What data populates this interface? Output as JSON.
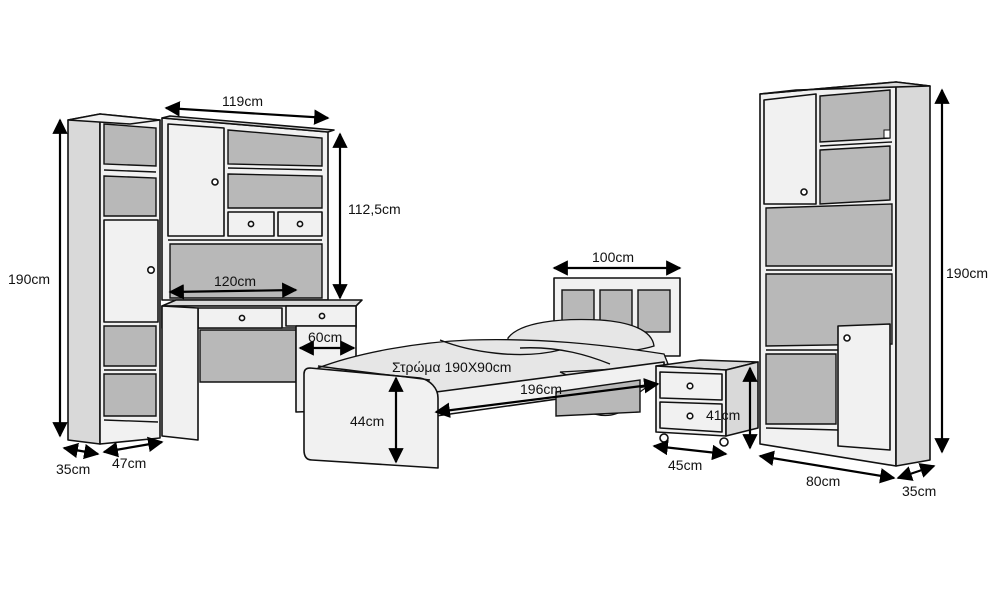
{
  "labels": {
    "wardrobe_left_height": "190cm",
    "wardrobe_left_depth": "35cm",
    "wardrobe_left_width": "47cm",
    "desk_hutch_width": "119cm",
    "desk_hutch_height": "112,5cm",
    "desk_width": "120cm",
    "desk_depth": "60cm",
    "bed_headboard_width": "100cm",
    "mattress": "Στρώμα 190Χ90cm",
    "bed_length": "196cm",
    "bed_height": "44cm",
    "nightstand_height": "41cm",
    "nightstand_width": "45cm",
    "bookcase_right_height": "190cm",
    "bookcase_right_width": "80cm",
    "bookcase_right_depth": "35cm"
  },
  "colors": {
    "line": "#111111",
    "panel": "#f1f1f1",
    "shade": "#d9d9d9",
    "background": "#ffffff"
  }
}
